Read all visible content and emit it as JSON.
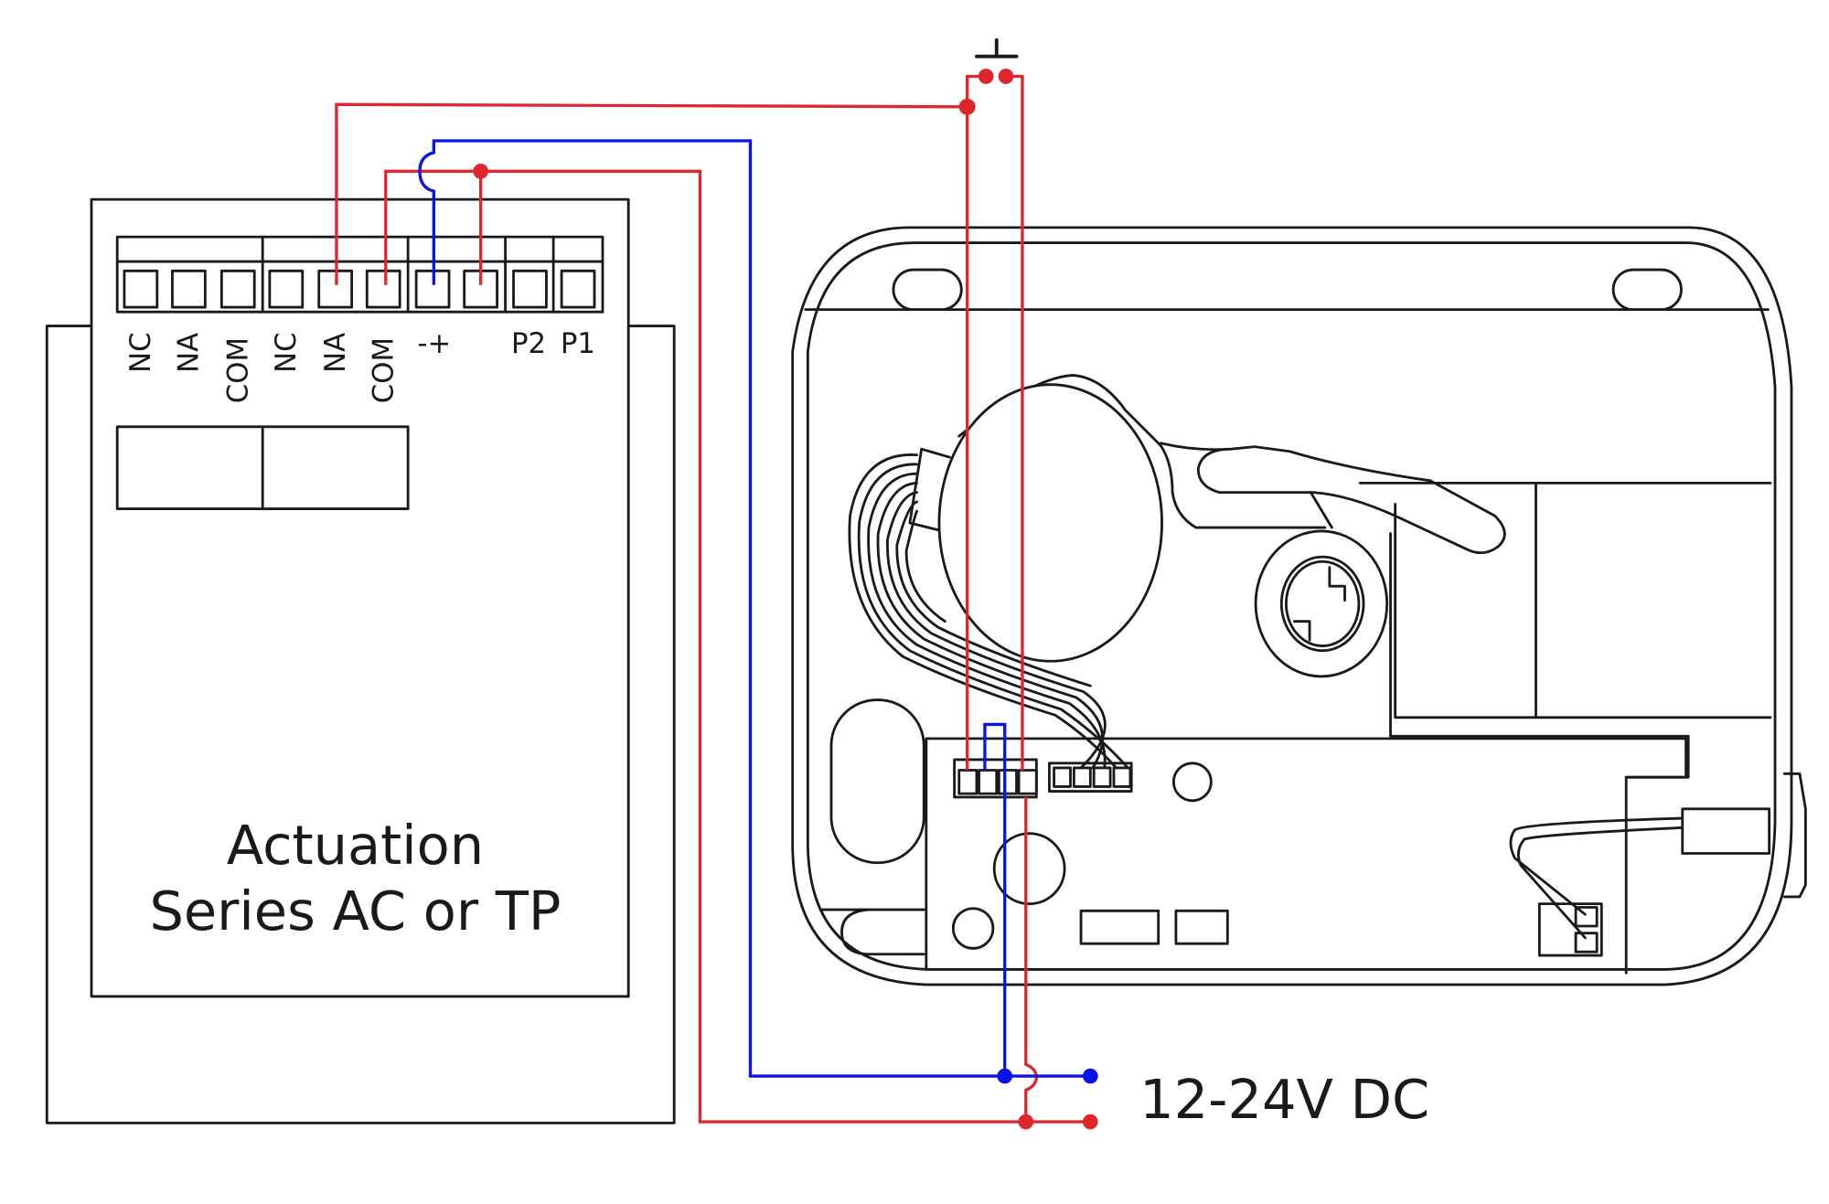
{
  "diagram": {
    "type": "wiring-diagram",
    "colors": {
      "positive_wire": "#e0262d",
      "negative_wire": "#0a14e6",
      "outline": "#1a1a1a",
      "background": "#ffffff"
    },
    "controller": {
      "label_line1": "Actuation",
      "label_line2": "Series AC or TP",
      "terminals": [
        {
          "label": "NC",
          "rotated": true
        },
        {
          "label": "NA",
          "rotated": true
        },
        {
          "label": "COM",
          "rotated": true
        },
        {
          "label": "NC",
          "rotated": true
        },
        {
          "label": "NA",
          "rotated": true
        },
        {
          "label": "COM",
          "rotated": true
        },
        {
          "label": "-+",
          "rotated": false
        },
        {
          "label": "",
          "rotated": false
        },
        {
          "label": "P2",
          "rotated": false
        },
        {
          "label": "P1",
          "rotated": false
        }
      ]
    },
    "push_button": {
      "symbol": "normally-open push button",
      "icon": "push-button-switch-icon"
    },
    "electric_lock": {
      "description": "electric rim lock, internal view",
      "terminal_block_pins": 4,
      "motor_connector_pins": 4
    },
    "power_supply": {
      "label": "12-24V DC",
      "terminals": [
        {
          "polarity": "negative",
          "color": "#0a14e6"
        },
        {
          "polarity": "positive",
          "color": "#e0262d"
        }
      ]
    }
  }
}
